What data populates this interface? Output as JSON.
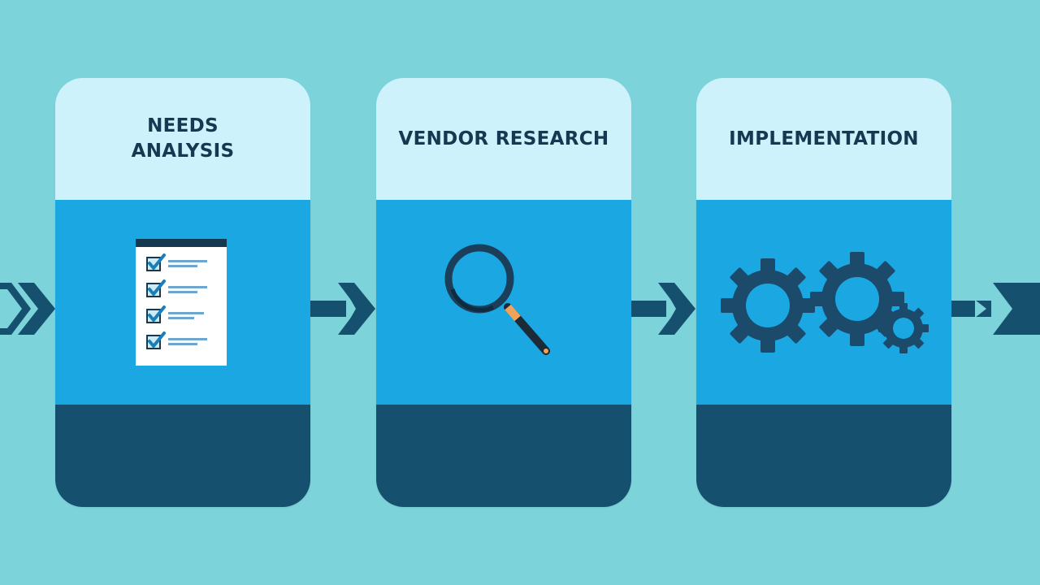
{
  "steps": [
    {
      "title": "NEEDS\nANALYSIS",
      "icon": "checklist-icon"
    },
    {
      "title": "VENDOR RESEARCH",
      "icon": "magnifying-glass-icon"
    },
    {
      "title": "IMPLEMENTATION",
      "icon": "gears-icon"
    }
  ],
  "colors": {
    "background": "#7dd3da",
    "card_header": "#cdf2fb",
    "card_body": "#1aa7e2",
    "card_footer": "#16506f",
    "arrow": "#16506f",
    "title_text": "#163850"
  }
}
